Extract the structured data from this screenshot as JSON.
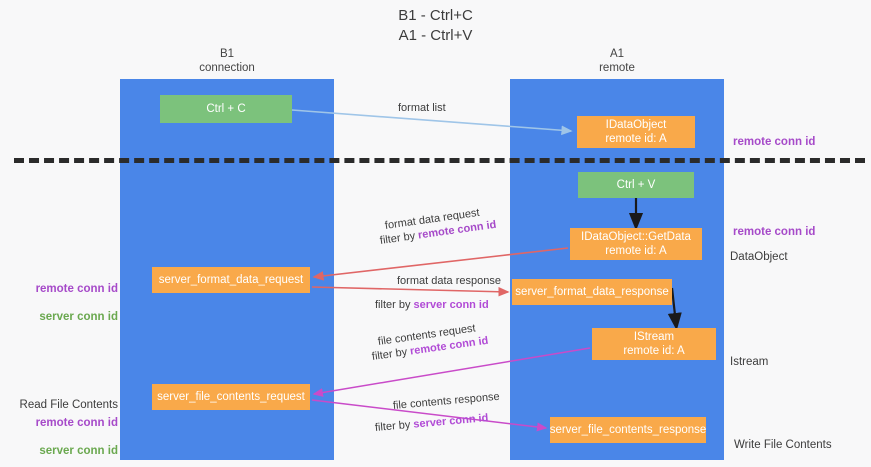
{
  "title": "B1 - Ctrl+C\nA1 - Ctrl+V",
  "lanes": [
    {
      "id": "b1",
      "head": "B1\nconnection",
      "color": "#4a86e8"
    },
    {
      "id": "a1",
      "head": "A1\nremote",
      "color": "#4a86e8"
    }
  ],
  "nodes": {
    "ctrl_c": "Ctrl + C",
    "idataobject": "IDataObject\nremote id: A",
    "ctrl_v": "Ctrl + V",
    "getdata": "IDataObject::GetData\nremote id: A",
    "server_format_data_request": "server_format_data_request",
    "server_format_data_response": "server_format_data_response",
    "istream_node": "IStream\nremote id: A",
    "server_file_contents_request": "server_file_contents_request",
    "server_file_contents_response": "server_file_contents_response"
  },
  "edges": {
    "format_list": "format list",
    "format_data_request": "format data request",
    "format_data_request_filter_prefix": "filter by ",
    "format_data_request_filter_key": "remote conn id",
    "format_data_response": "format data response",
    "format_data_response_filter_prefix": "filter by ",
    "format_data_response_filter_key": "server conn id",
    "file_contents_request": "file contents request",
    "file_contents_request_filter_prefix": "filter by ",
    "file_contents_request_filter_key": "remote conn id",
    "file_contents_response": "file contents response",
    "file_contents_response_filter_prefix": "filter by ",
    "file_contents_response_filter_key": "server conn id"
  },
  "annotations": {
    "remote_conn_id": "remote conn id",
    "server_conn_id": "server conn id",
    "dataobject": "DataObject",
    "istream": "Istream",
    "read_file_contents": "Read File Contents",
    "write_file_contents": "Write File Contents"
  },
  "colors": {
    "lane": "#4a86e8",
    "green_node": "#7cc27c",
    "orange_node": "#f9a94a",
    "purple_text": "#a64ac9",
    "green_text": "#6aa84f",
    "divider": "#2b2b2b",
    "arrow_blue": "#9fc5e8",
    "arrow_red": "#e06666",
    "arrow_magenta": "#c94bc9",
    "arrow_black": "#1a1a1a"
  }
}
